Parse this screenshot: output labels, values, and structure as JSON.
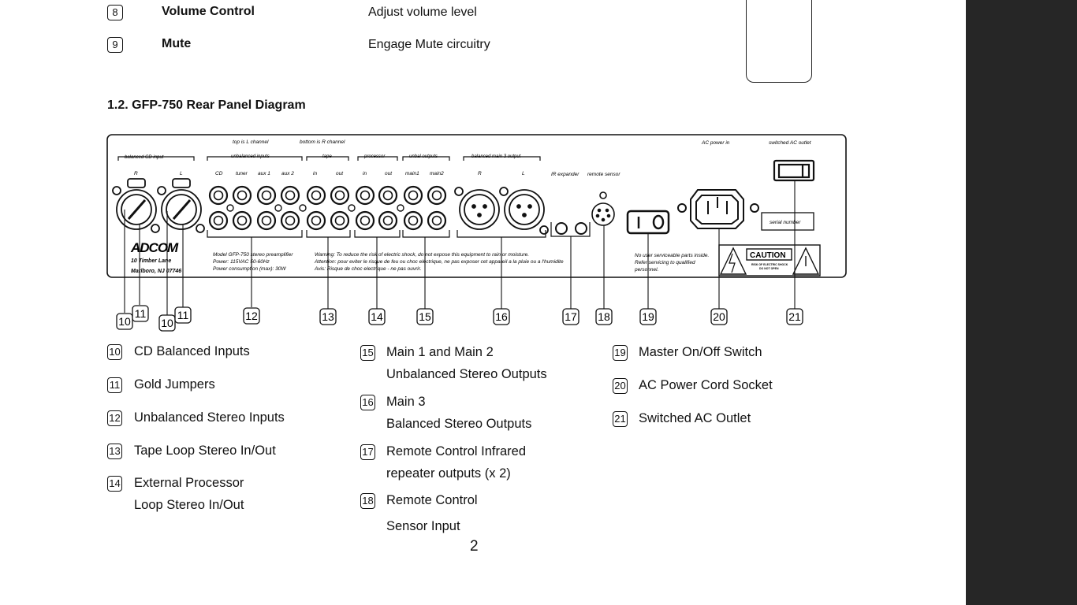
{
  "top_rows": [
    {
      "num": "8",
      "name": "Volume Control",
      "desc": "Adjust volume level"
    },
    {
      "num": "9",
      "name": "Mute",
      "desc": "Engage Mute circuitry"
    }
  ],
  "section_title": "1.2. GFP-750 Rear Panel Diagram",
  "panel": {
    "channel_note_top": "top is L channel",
    "channel_note_bottom": "bottom is R channel",
    "group_balanced_cd": "balanced CD input",
    "group_unbalanced_inputs": "unbalanced inputs",
    "group_tape": "tape",
    "group_processor": "processor",
    "group_unbal_outputs": "unbal outputs",
    "group_balanced_main3": "balanced main 3 output",
    "label_R": "R",
    "label_L": "L",
    "label_cd": "CD",
    "label_tuner": "tuner",
    "label_aux1": "aux 1",
    "label_aux2": "aux 2",
    "label_tape_in": "in",
    "label_tape_out": "out",
    "label_proc_in": "in",
    "label_proc_out": "out",
    "label_main1": "main1",
    "label_main2": "main2",
    "label_main3_R": "R",
    "label_main3_L": "L",
    "ir_expander": "IR expander",
    "remote_sensor": "remote sensor",
    "ac_power_in": "AC power in",
    "switched_ac_outlet": "switched AC outlet",
    "serial_number": "serial number",
    "brand": "ADCOM",
    "address1": "10 Timber Lane",
    "address2": "Marlboro, NJ 07746",
    "model1": "Model GFP-750 stereo preamplifier",
    "model2": "Power: 115VAC 50-60Hz",
    "model3": "Power consumption (max): 30W",
    "warn1": "Warning: To reduce the risk of electric shock, do not expose this equipment to rain or moisture.",
    "warn2": "Attention: pour eviter le risque de feu ou choc electrique, ne pas exposer cet appareil a la pluie ou a l'humidite",
    "warn3": "Avis: Risque de choc electrique - ne pas ouvrir.",
    "service1": "No user serviceable parts inside.",
    "service2": "Refer servicing to qualified",
    "service3": "personnel.",
    "caution": "CAUTION",
    "caution_sub": "RISK OF ELECTRIC SHOCK",
    "caution_sub2": "DO NOT OPEN"
  },
  "callouts": [
    "10",
    "11",
    "10",
    "11",
    "12",
    "13",
    "14",
    "15",
    "16",
    "17",
    "18",
    "19",
    "20",
    "21"
  ],
  "legend": {
    "col1": [
      {
        "num": "10",
        "lines": [
          "CD Balanced Inputs"
        ]
      },
      {
        "num": "11",
        "lines": [
          "Gold Jumpers"
        ]
      },
      {
        "num": "12",
        "lines": [
          "Unbalanced Stereo Inputs"
        ]
      },
      {
        "num": "13",
        "lines": [
          "Tape Loop Stereo In/Out"
        ]
      },
      {
        "num": "14",
        "lines": [
          "External Processor",
          "Loop Stereo In/Out"
        ]
      }
    ],
    "col2": [
      {
        "num": "15",
        "lines": [
          "Main 1 and Main 2",
          "Unbalanced Stereo Outputs"
        ]
      },
      {
        "num": "16",
        "lines": [
          "Main 3",
          "Balanced Stereo Outputs"
        ]
      },
      {
        "num": "17",
        "lines": [
          "Remote Control Infrared",
          "repeater outputs (x 2)"
        ]
      },
      {
        "num": "18",
        "lines": [
          "Remote Control",
          "Sensor Input"
        ]
      }
    ],
    "col3": [
      {
        "num": "19",
        "lines": [
          "Master On/Off Switch"
        ]
      },
      {
        "num": "20",
        "lines": [
          "AC Power Cord Socket"
        ]
      },
      {
        "num": "21",
        "lines": [
          "Switched AC Outlet"
        ]
      }
    ]
  },
  "page_number": "2"
}
